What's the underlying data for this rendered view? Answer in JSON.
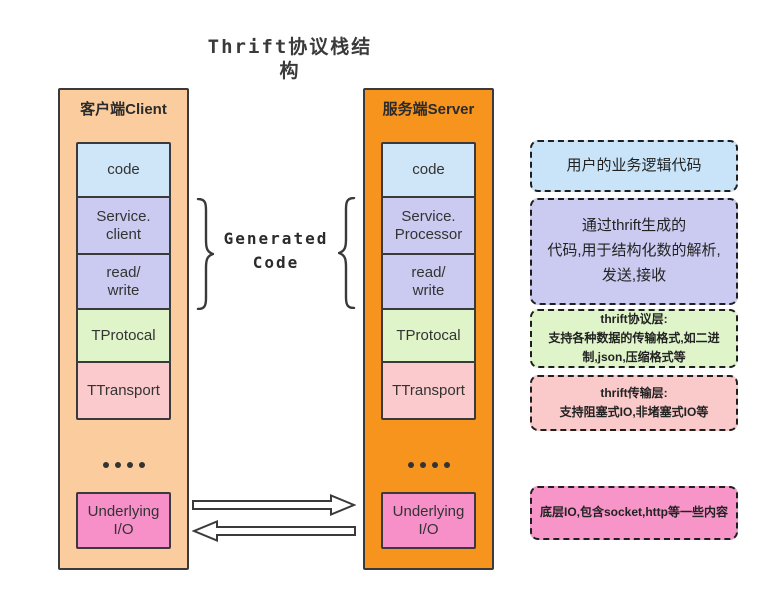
{
  "palette": {
    "background": "#FFFFFF",
    "border": "#3A3A3A",
    "text": "#333333",
    "client_column_bg": "#FBCD9E",
    "server_column_bg": "#F7941E",
    "layer_blue": "#CFE6F8",
    "layer_lavender": "#CBCBF1",
    "layer_green": "#DFF5C9",
    "layer_pink": "#FACACD",
    "layer_magenta": "#F78FC9"
  },
  "title": "Thrift协议栈结构",
  "client": {
    "header": "客户端Client",
    "bg": "#FBCD9E",
    "layers": [
      {
        "label": "code",
        "bg": "#CFE6F8"
      },
      {
        "label": "Service.\nclient",
        "bg": "#CBCBF1"
      },
      {
        "label": "read/\nwrite",
        "bg": "#CBCBF1"
      },
      {
        "label": "TProtocal",
        "bg": "#DFF5C9"
      },
      {
        "label": "TTransport",
        "bg": "#FACACD"
      },
      {
        "label": "Underlying\nI/O",
        "bg": "#F78FC9"
      }
    ]
  },
  "server": {
    "header": "服务端Server",
    "bg": "#F7941E",
    "layers": [
      {
        "label": "code",
        "bg": "#CFE6F8"
      },
      {
        "label": "Service.\nProcessor",
        "bg": "#CBCBF1"
      },
      {
        "label": "read/\nwrite",
        "bg": "#CBCBF1"
      },
      {
        "label": "TProtocal",
        "bg": "#DFF5C9"
      },
      {
        "label": "TTransport",
        "bg": "#FACACD"
      },
      {
        "label": "Underlying\nI/O",
        "bg": "#F78FC9"
      }
    ]
  },
  "generated_code": {
    "label": "Generated Code"
  },
  "annotations": [
    {
      "text": "用户的业务逻辑代码",
      "bg": "#C9E4F8"
    },
    {
      "text": "通过thrift生成的\n代码,用于结构化数的解析,\n发送,接收",
      "bg": "#CBCBF1"
    },
    {
      "text": "thrift协议层:\n支持各种数据的传输格式,如二进制,json,压缩格式等",
      "bg": "#DFF5C9"
    },
    {
      "text": "thrift传输层:\n支持阻塞式IO,非堵塞式IO等",
      "bg": "#FAC9C9"
    },
    {
      "text": "底层IO,包含socket,http等一些内容",
      "bg": "#F795C9"
    }
  ],
  "icons": {
    "client_generated_brace": "curly-brace-right",
    "server_generated_brace": "curly-brace-left",
    "client_more_layers": "four-dots-ellipsis",
    "server_more_layers": "four-dots-ellipsis",
    "request_arrow": "arrow-right",
    "response_arrow": "arrow-left"
  }
}
